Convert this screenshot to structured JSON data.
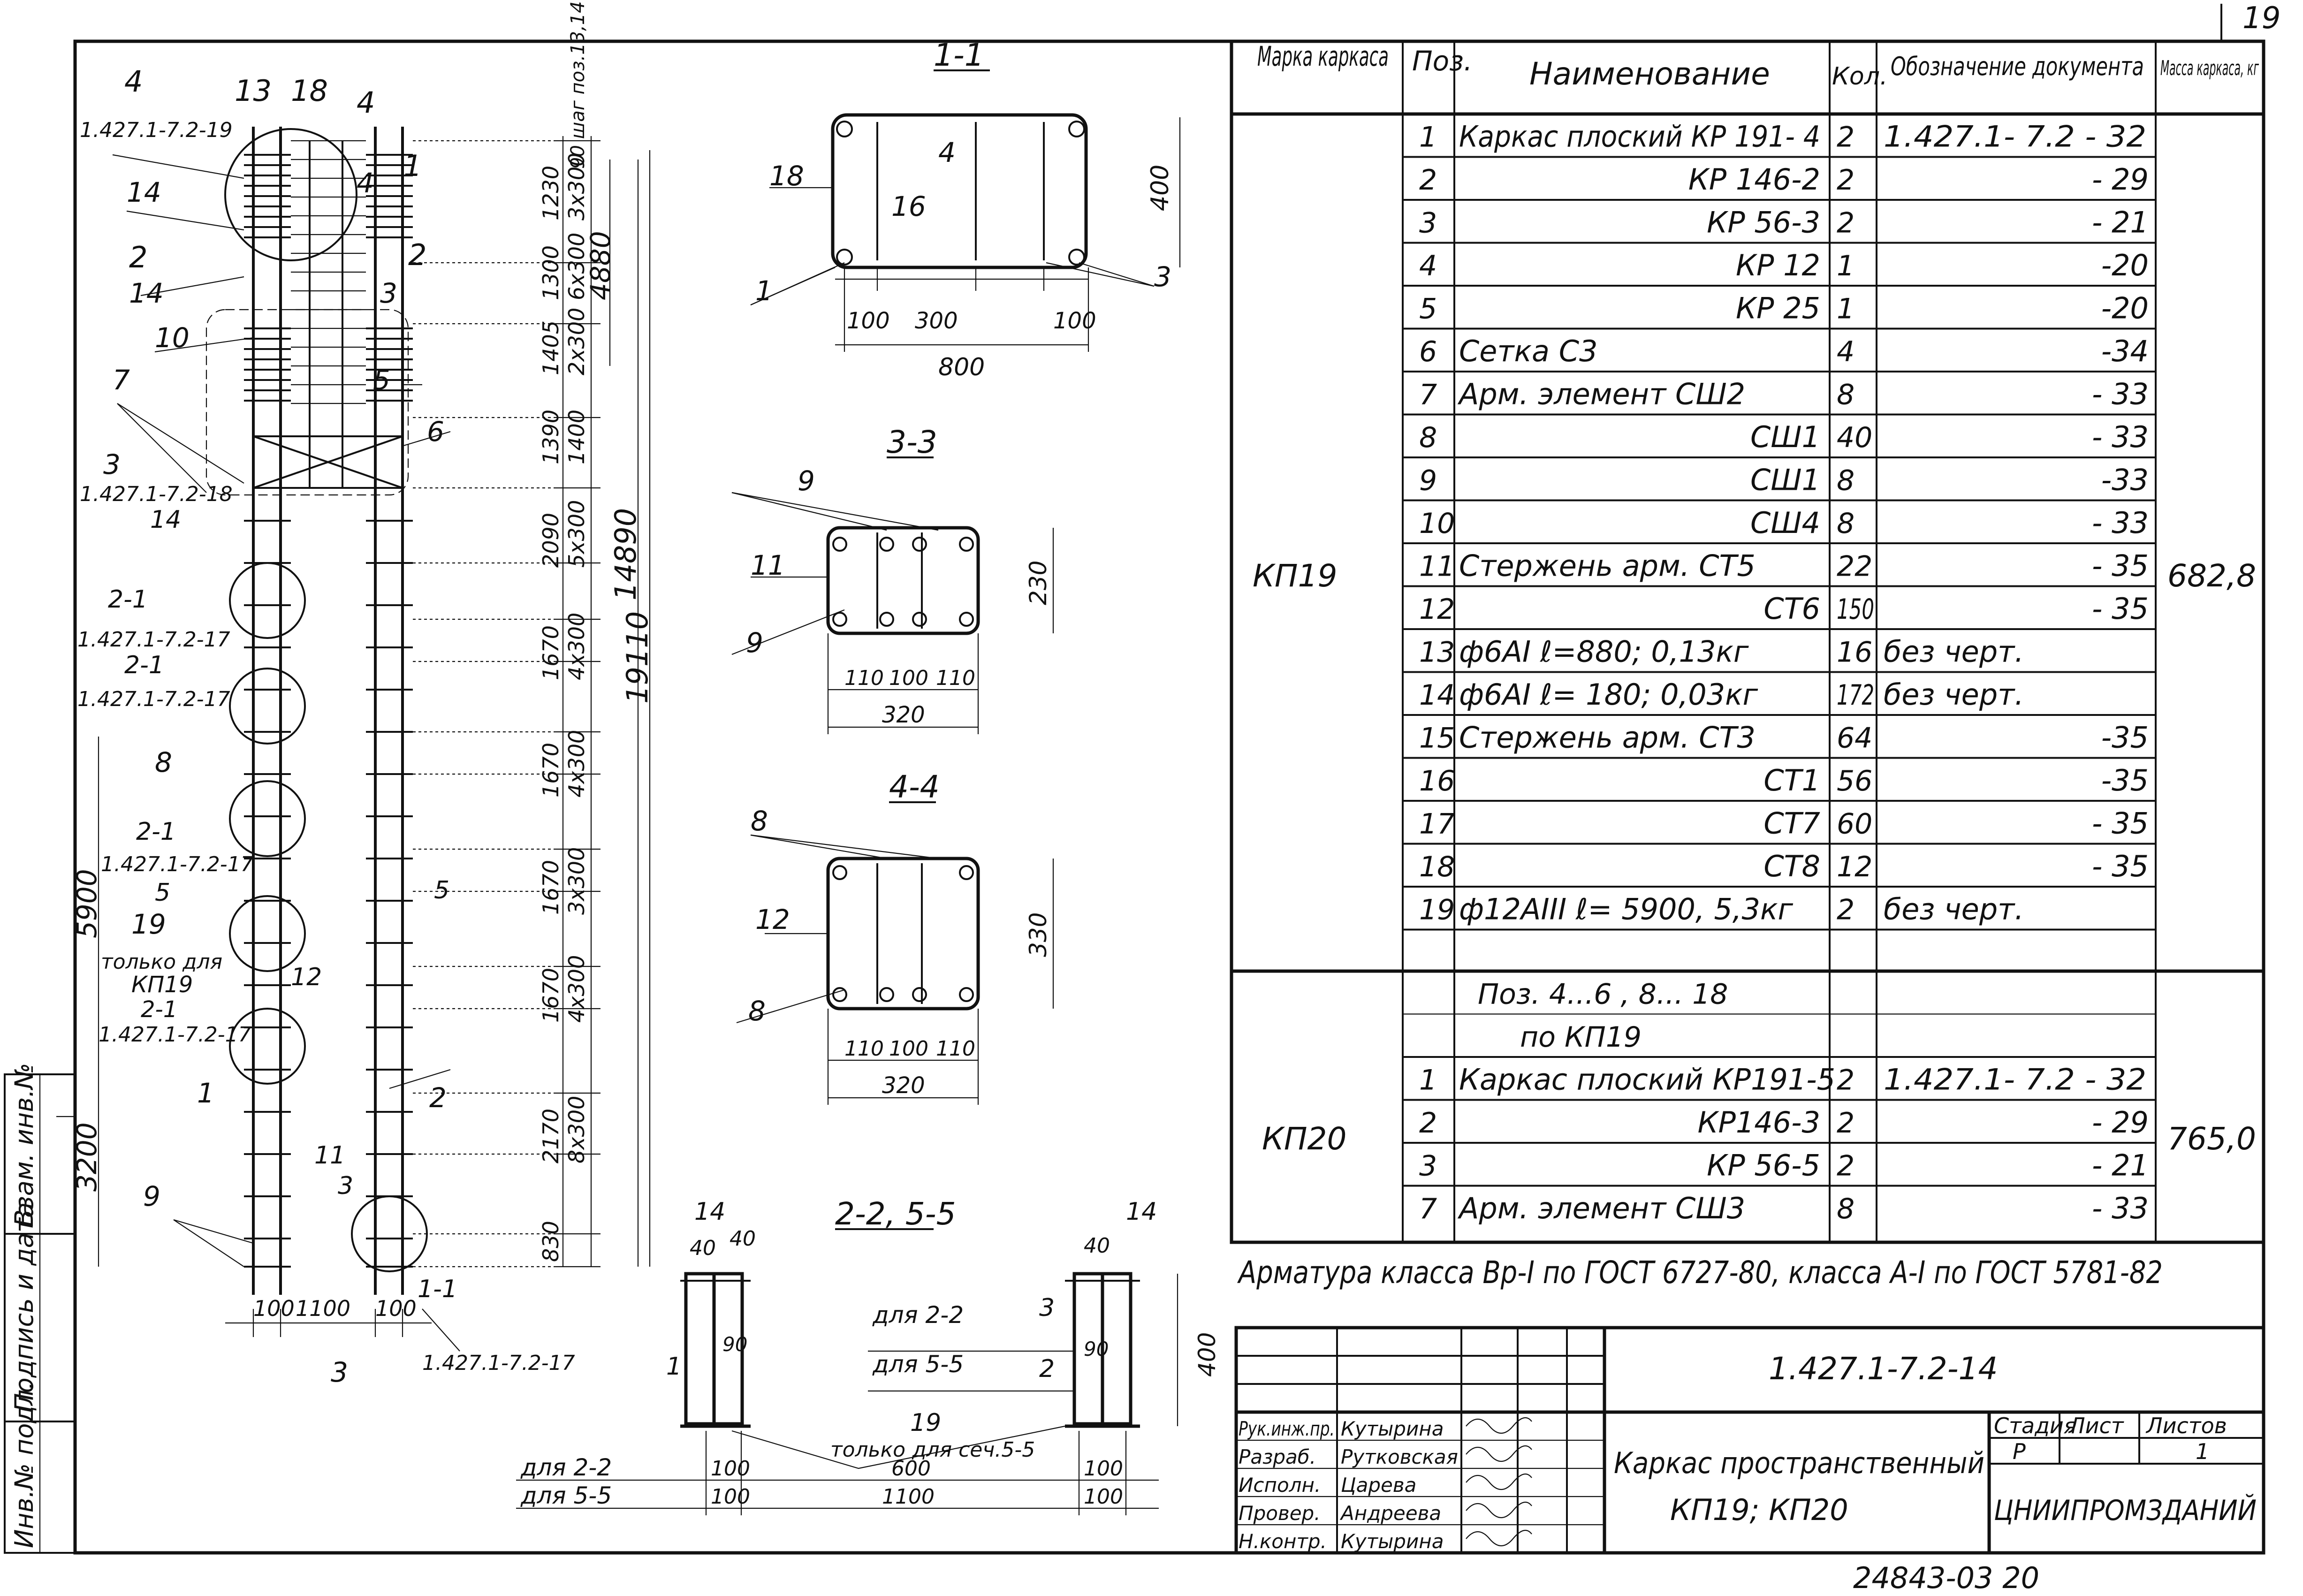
{
  "sheet": {
    "corner_number": "19",
    "drawing_code": "1.427.1-7.2-14",
    "title_line1": "Каркас пространственный",
    "title_line2": "КП19; КП20",
    "organization": "ЦНИИПРОМЗДАНИЙ",
    "stage_header": "Стадия",
    "stage_value": "Р",
    "sheet_header": "Лист",
    "sheets_header": "Листов",
    "sheets_value": "1",
    "bottom_number": "24843-03 20",
    "note": "Арматура класса Вр-I по ГОСТ 6727-80, класса А-I по ГОСТ 5781-82"
  },
  "left_stamp": [
    "Инв.№ подл.",
    "Подпись и дата",
    "Взам. инв.№"
  ],
  "signatures": [
    {
      "role": "Рук.инж.пр.",
      "name": "Кутырина"
    },
    {
      "role": "Разраб.",
      "name": "Рутковская"
    },
    {
      "role": "Исполн.",
      "name": "Царева"
    },
    {
      "role": "Провер.",
      "name": "Андреева"
    },
    {
      "role": "Н.контр.",
      "name": "Кутырина"
    }
  ],
  "spec_header": {
    "mark": "Марка каркаса",
    "pos": "Поз.",
    "name": "Наименование",
    "qty": "Кол.",
    "doc": "Обозначение документа",
    "mass": "Масса каркаса, кг"
  },
  "group_kp19": {
    "mark": "КП19",
    "mass": "682,8"
  },
  "group_kp20": {
    "mark": "КП20",
    "mass": "765,0"
  },
  "rows_kp19": [
    {
      "pos": "1",
      "name": "Каркас плоский КР 191- 4",
      "qty": "2",
      "doc": "1.427.1- 7.2 - 32"
    },
    {
      "pos": "2",
      "name": "КР 146-2",
      "qty": "2",
      "doc": "- 29"
    },
    {
      "pos": "3",
      "name": "КР 56-3",
      "qty": "2",
      "doc": "- 21"
    },
    {
      "pos": "4",
      "name": "КР 12",
      "qty": "1",
      "doc": "-20"
    },
    {
      "pos": "5",
      "name": "КР 25",
      "qty": "1",
      "doc": "-20"
    },
    {
      "pos": "6",
      "name": "Сетка С3",
      "qty": "4",
      "doc": "-34"
    },
    {
      "pos": "7",
      "name": "Арм. элемент СШ2",
      "qty": "8",
      "doc": "- 33"
    },
    {
      "pos": "8",
      "name": "СШ1",
      "qty": "40",
      "doc": "- 33"
    },
    {
      "pos": "9",
      "name": "СШ1",
      "qty": "8",
      "doc": "-33"
    },
    {
      "pos": "10",
      "name": "СШ4",
      "qty": "8",
      "doc": "- 33"
    },
    {
      "pos": "11",
      "name": "Стержень арм. СТ5",
      "qty": "22",
      "doc": "- 35"
    },
    {
      "pos": "12",
      "name": "СТ6",
      "qty": "150",
      "doc": "- 35"
    },
    {
      "pos": "13",
      "name": "ф6АI ℓ=880; 0,13кг",
      "qty": "16",
      "doc": "без черт."
    },
    {
      "pos": "14",
      "name": "ф6АI ℓ= 180; 0,03кг",
      "qty": "172",
      "doc": "без черт."
    },
    {
      "pos": "15",
      "name": "Стержень арм. СТ3",
      "qty": "64",
      "doc": "-35"
    },
    {
      "pos": "16",
      "name": "СТ1",
      "qty": "56",
      "doc": "-35"
    },
    {
      "pos": "17",
      "name": "СТ7",
      "qty": "60",
      "doc": "- 35"
    },
    {
      "pos": "18",
      "name": "СТ8",
      "qty": "12",
      "doc": "- 35"
    },
    {
      "pos": "19",
      "name": "ф12АIII ℓ= 5900, 5,3кг",
      "qty": "2",
      "doc": "без черт."
    }
  ],
  "kp20_note1": "Поз. 4...6 , 8... 18",
  "kp20_note2": "по КП19",
  "rows_kp20": [
    {
      "pos": "1",
      "name": "Каркас плоский КР191-5",
      "qty": "2",
      "doc": "1.427.1- 7.2 - 32"
    },
    {
      "pos": "2",
      "name": "КР146-3",
      "qty": "2",
      "doc": "- 29"
    },
    {
      "pos": "3",
      "name": "КР 56-5",
      "qty": "2",
      "doc": "- 21"
    },
    {
      "pos": "7",
      "name": "Арм. элемент СШ3",
      "qty": "8",
      "doc": "- 33"
    }
  ],
  "elevation": {
    "top_labels": {
      "p4": "4",
      "p13": "13",
      "p18": "18",
      "p4b": "4",
      "ref_top": "1.427.1-7.2-19"
    },
    "callouts": {
      "c14a": "14",
      "c14b": "14",
      "c2": "2",
      "c10": "10",
      "c7": "7",
      "c3": "3",
      "ref_18": "1.427.1-7.2-18",
      "c14c": "14",
      "c21a": "2-1",
      "ref_17a": "1.427.1-7.2-17",
      "c21b": "2-1",
      "ref_17b": "1.427.1-7.2-17",
      "c8": "8",
      "c21c": "2-1",
      "ref_17c": "1.427.1-7.2-17",
      "c5": "5",
      "c19": "19",
      "only_for": "только для",
      "kp19": "КП19",
      "c21d": "2-1",
      "ref_17d": "1.427.1-7.2-17",
      "c1": "1",
      "c9": "9",
      "c11": "11",
      "c3b": "3",
      "c2b": "2",
      "c12": "12",
      "c5b": "5",
      "c3r": "3",
      "c5r": "5",
      "c6r": "6",
      "c4r": "4",
      "c1r": "1",
      "c2r": "2",
      "sec11": "1-1",
      "ref_17e": "1.427.1-7.2-17",
      "sec3": "3"
    },
    "bottom_dims": {
      "d100a": "100",
      "d1100": "1100",
      "d100b": "100"
    },
    "vertical_dims": {
      "pitch_note": "90 шаг поз.13,14",
      "d1": "1230",
      "d2": "3х300",
      "d3": "1300",
      "d4": "6х300",
      "d5": "1405",
      "d6": "2х300",
      "d7": "1390",
      "d8": "1400",
      "d9": "2090",
      "d10": "5х300",
      "d11": "1670",
      "d12": "4х300",
      "d13": "1670",
      "d14": "4х300",
      "d15": "1670",
      "d16": "3х300",
      "d17": "1670",
      "d18": "4х300",
      "d19": "2170",
      "d20": "8х300",
      "d21": "830",
      "total_4880": "4880",
      "total_14890": "14890",
      "total_19110": "19110",
      "left_5900": "5900",
      "left_3200": "3200"
    }
  },
  "section_11": {
    "title": "1-1",
    "labels": {
      "p18": "18",
      "p16": "16",
      "p4": "4",
      "p1": "1",
      "p3": "3"
    },
    "dims": {
      "d100a": "100",
      "d300": "300",
      "d100b": "100",
      "d800": "800",
      "h400": "400"
    }
  },
  "section_33": {
    "title": "3-3",
    "labels": {
      "p9a": "9",
      "p11": "11",
      "p9b": "9"
    },
    "dims": {
      "d110a": "110",
      "d100": "100",
      "d110b": "110",
      "d320": "320",
      "h230": "230"
    }
  },
  "section_44": {
    "title": "4-4",
    "labels": {
      "p8a": "8",
      "p12": "12",
      "p8b": "8"
    },
    "dims": {
      "d110a": "110",
      "d100": "100",
      "d110b": "110",
      "d320": "320",
      "h330": "330"
    }
  },
  "section_22": {
    "title": "2-2, 5-5",
    "labels": {
      "p14a": "14",
      "p14b": "14",
      "d40a": "40",
      "d40b": "40",
      "d40c": "40",
      "p1": "1",
      "p3": "3",
      "p2": "2",
      "d90a": "90",
      "d90b": "90",
      "for22": "для 2-2",
      "for55": "для 5-5",
      "p19": "19",
      "only55": "только для сеч.5-5",
      "h400": "400"
    },
    "dims": {
      "row1_label": "для 2-2",
      "row1_a": "100",
      "row1_mid": "600",
      "row1_b": "100",
      "row2_label": "для 5-5",
      "row2_a": "100",
      "row2_mid": "1100",
      "row2_b": "100"
    }
  }
}
